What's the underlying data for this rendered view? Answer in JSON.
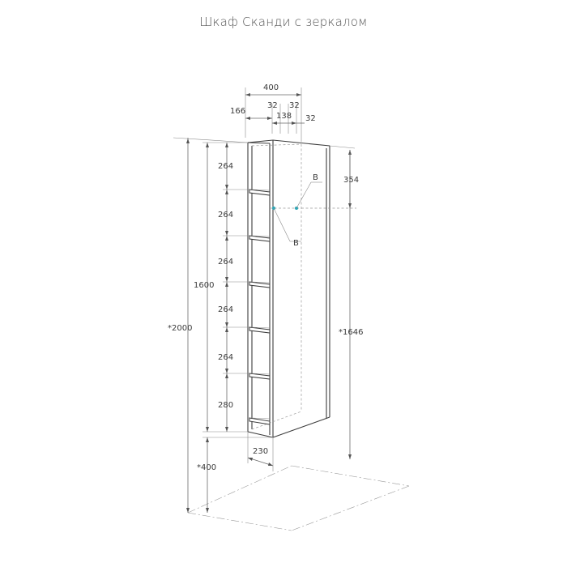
{
  "title": "Шкаф Сканди с зеркалом",
  "dims": {
    "top_width": "400",
    "left_offset": "166",
    "gap_left": "32",
    "gap_right": "32",
    "center": "138",
    "right_edge": "32",
    "top_right_height": "354",
    "shelf1": "264",
    "shelf2": "264",
    "shelf3": "264",
    "shelf4": "264",
    "shelf5": "264",
    "bottom_shelf": "280",
    "inner_height": "1600",
    "total_height": "*2000",
    "right_height": "*1646",
    "floor_height": "*400",
    "depth": "230",
    "mark_b1": "B",
    "mark_b2": "B"
  },
  "colors": {
    "mounting_point": "#2aa7b8"
  }
}
